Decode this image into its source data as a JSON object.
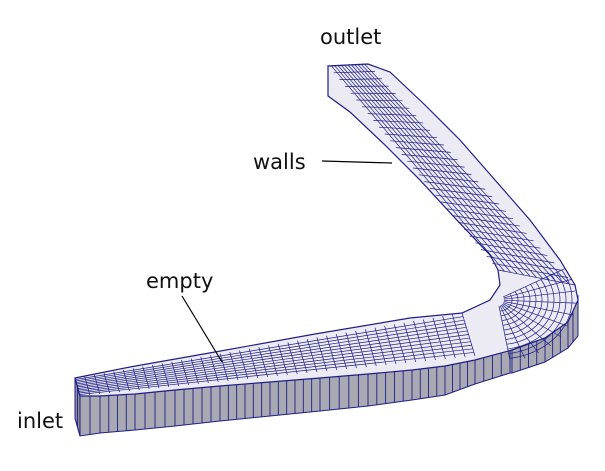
{
  "labels": {
    "outlet": "outlet",
    "walls": "walls",
    "empty": "empty",
    "inlet": "inlet"
  },
  "colors": {
    "top_face": "#ECEBF3",
    "side_face": "#A9A9B3",
    "mesh_line": "#1E1F86",
    "label_text": "#111111",
    "leader_line": "#000000"
  },
  "mesh": {
    "top_face_columns": 12,
    "side_face_rows": 1
  }
}
